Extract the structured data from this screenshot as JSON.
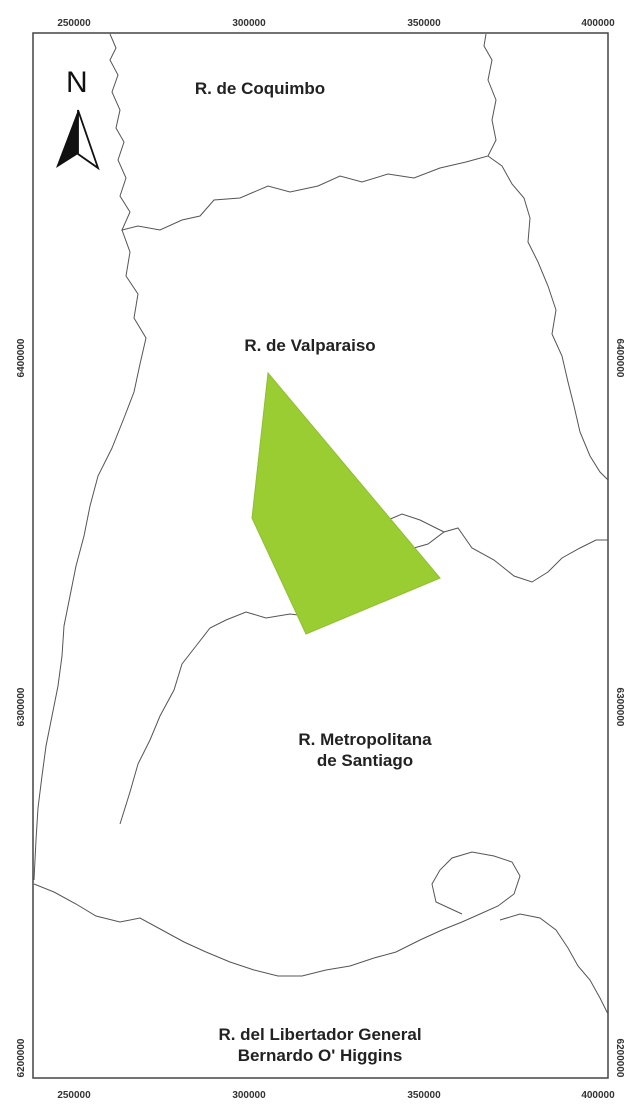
{
  "north_arrow": {
    "letter": "N",
    "icon": "north-arrow-icon"
  },
  "regions": {
    "coquimbo": {
      "label": "R. de Coquimbo"
    },
    "valparaiso": {
      "label": "R. de Valparaiso"
    },
    "metropolitana": {
      "line1": "R. Metropolitana",
      "line2": "de Santiago"
    },
    "ohiggins": {
      "line1": "R. del Libertador General",
      "line2": "Bernardo O' Higgins"
    }
  },
  "grid": {
    "easting_ticks": [
      "250000",
      "300000",
      "350000",
      "400000"
    ],
    "northing_ticks": [
      "6400000",
      "6300000",
      "6200000"
    ]
  },
  "colors": {
    "highlight_area": "#9acd32",
    "boundary": "#555555",
    "frame": "#444444"
  }
}
